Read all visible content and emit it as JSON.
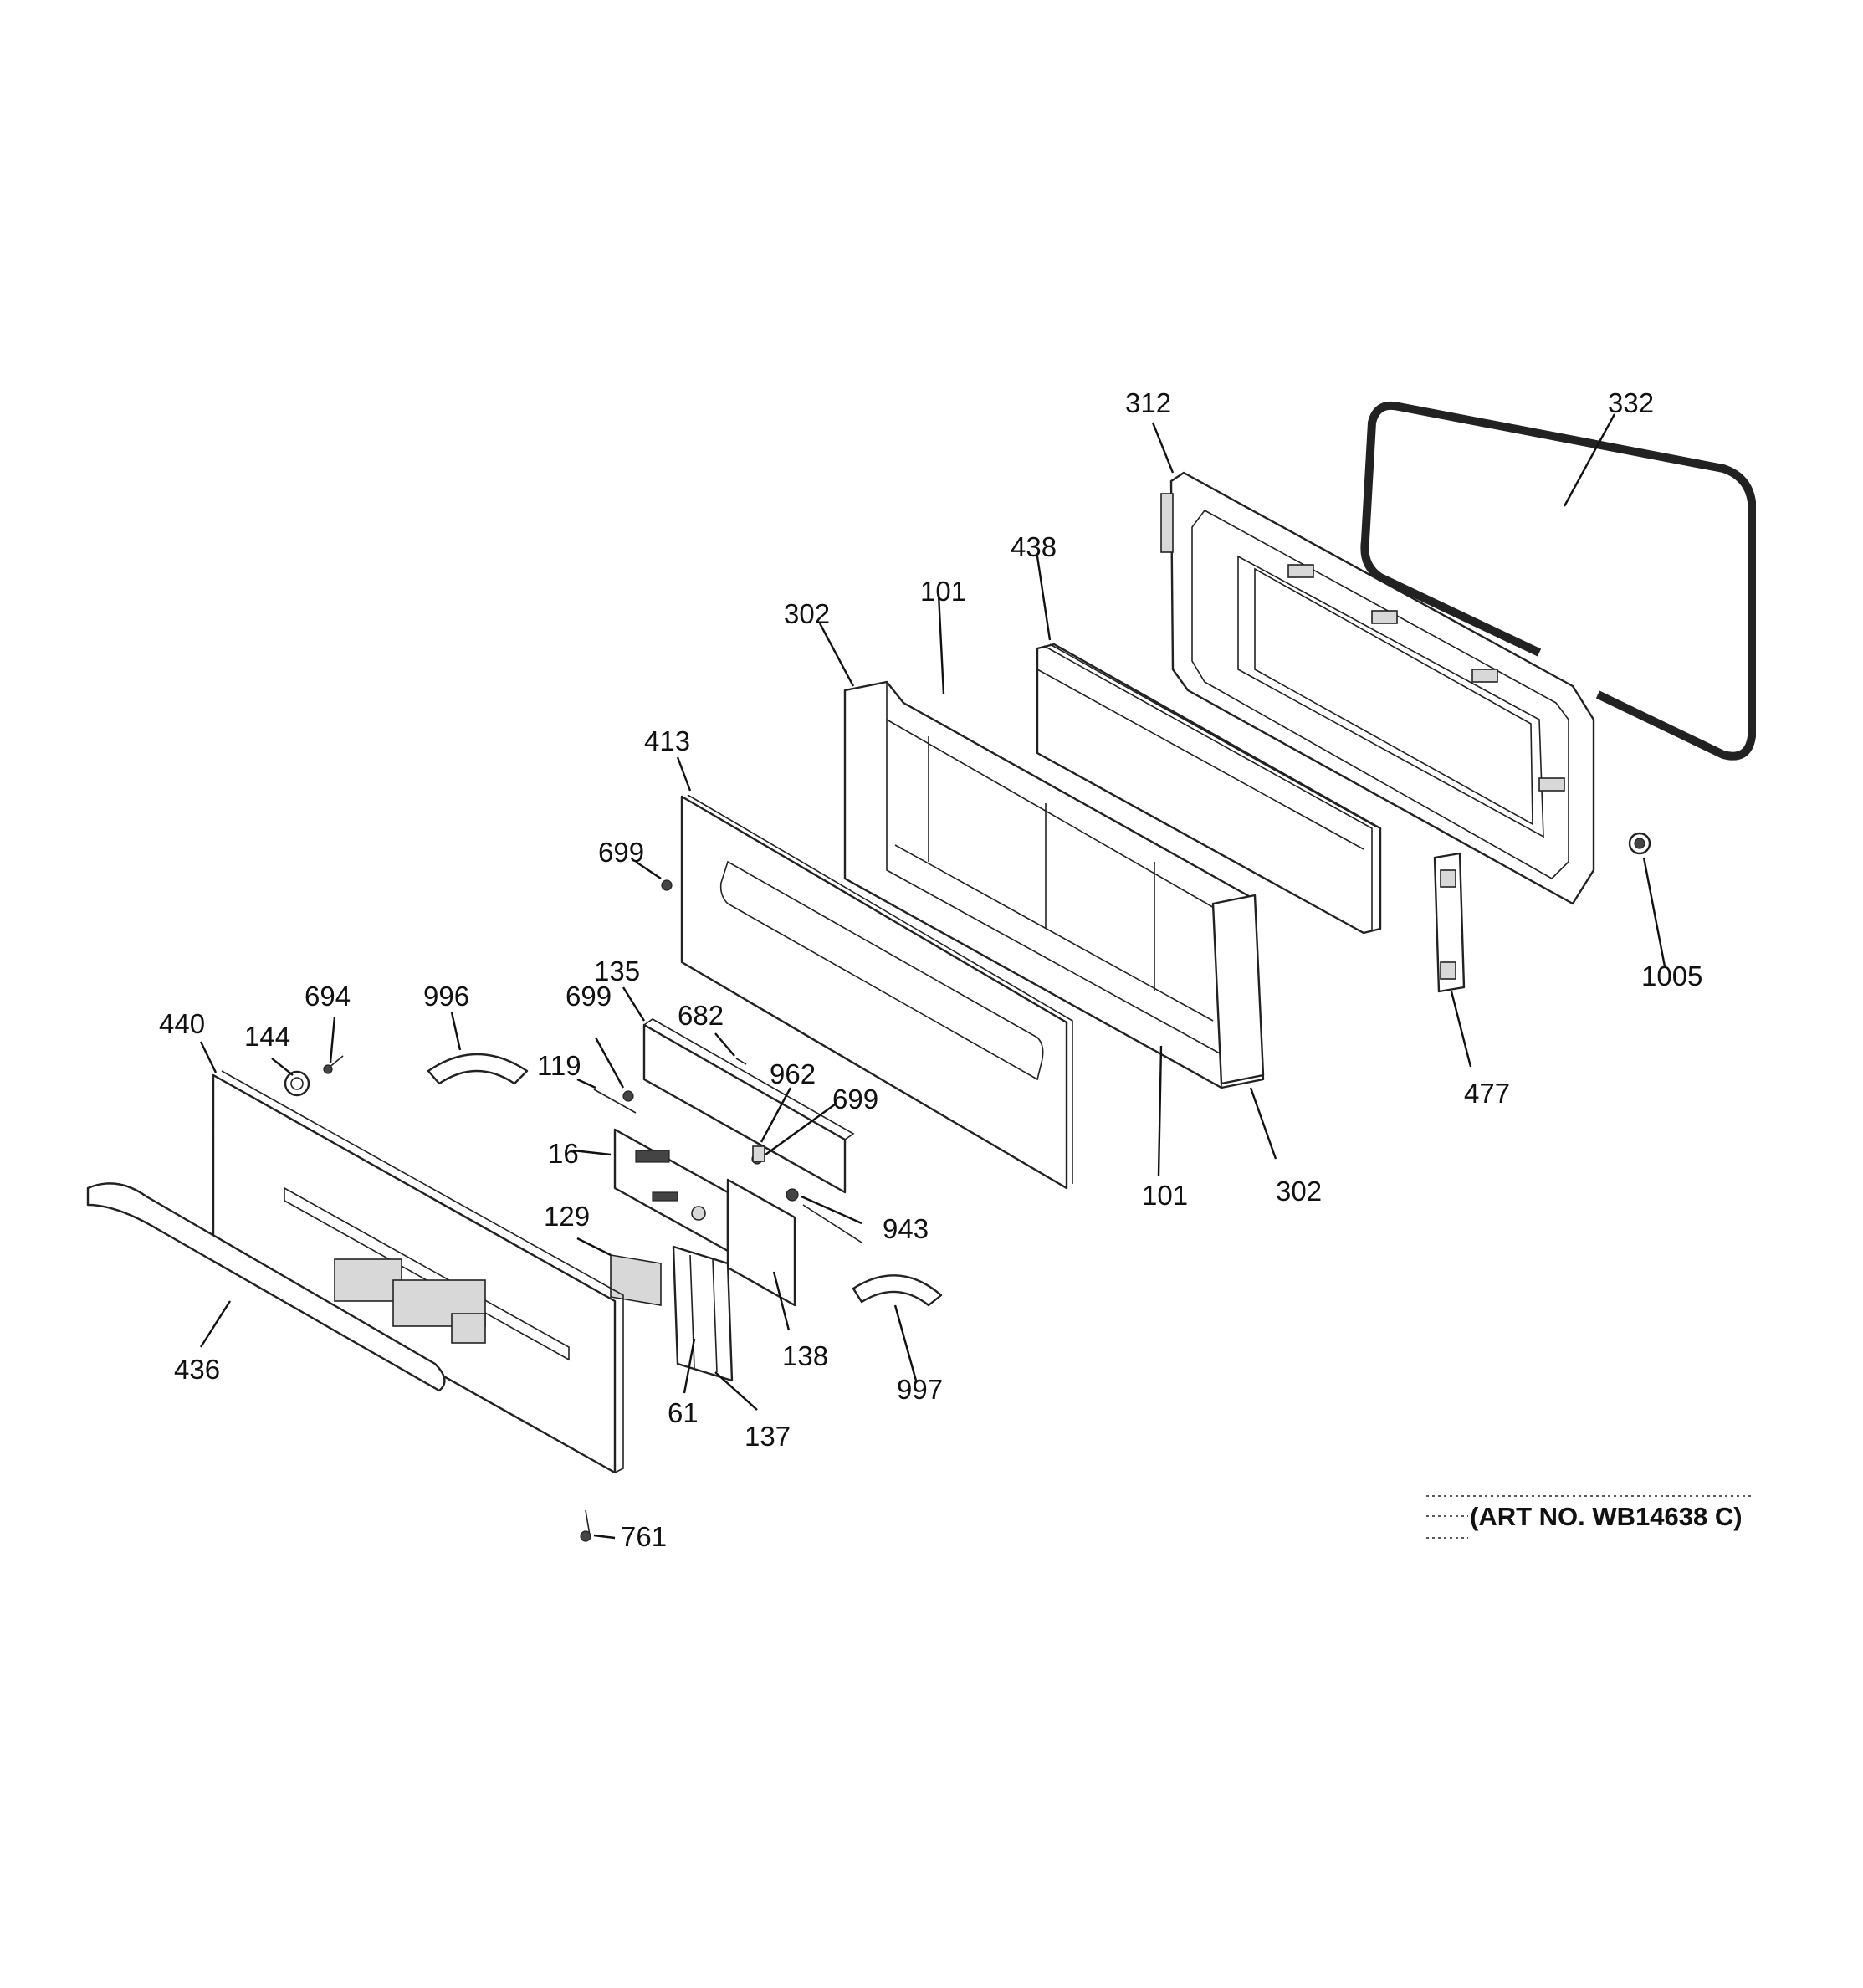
{
  "diagram": {
    "art_number": "(ART NO. WB14638 C)",
    "callouts": {
      "c312": "312",
      "c332": "332",
      "c438": "438",
      "c101_top": "101",
      "c302_top": "302",
      "c413": "413",
      "c699_a": "699",
      "c135": "135",
      "c1005": "1005",
      "c694": "694",
      "c996": "996",
      "c699_b": "699",
      "c682": "682",
      "c440": "440",
      "c144": "144",
      "c119": "119",
      "c962": "962",
      "c699_c": "699",
      "c16": "16",
      "c101_bot": "101",
      "c302_bot": "302",
      "c477": "477",
      "c943": "943",
      "c129": "129",
      "c138": "138",
      "c436": "436",
      "c997": "997",
      "c61": "61",
      "c137": "137",
      "c761": "761"
    }
  }
}
